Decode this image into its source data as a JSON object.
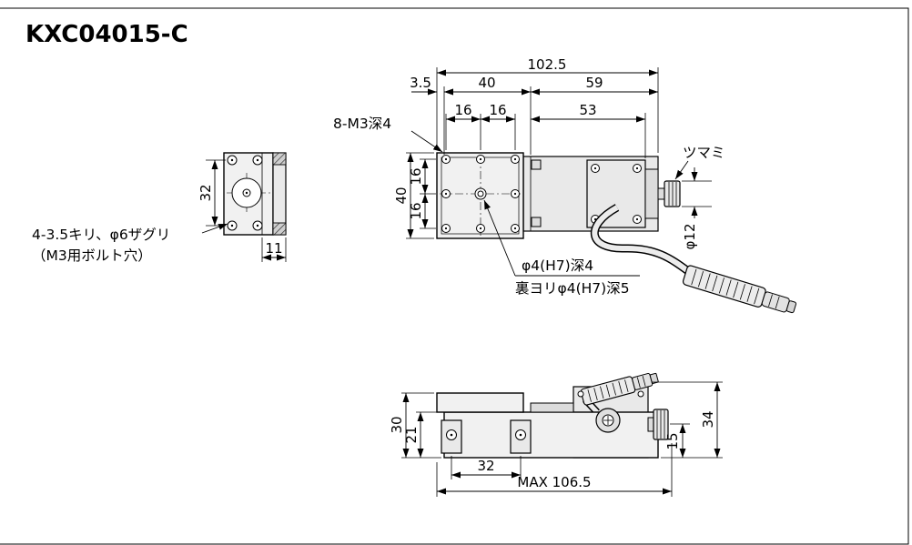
{
  "title": "KXC04015-C",
  "colors": {
    "line": "#000000",
    "metal_light": "#f1f1f1",
    "metal_mid": "#e9e9e9",
    "metal_dark": "#dcdcdc",
    "background": "#ffffff"
  },
  "side_view": {
    "dim_hole_pitch": "32",
    "dim_plate": "11",
    "note_line1": "4-3.5キリ、φ6ザグリ",
    "note_line2": "（M3用ボルト穴）"
  },
  "top_view": {
    "dim_total_width": "102.5",
    "dim_overhang": "3.5",
    "dim_table_width": "40",
    "dim_body_width": "59",
    "label_tap_holes": "8-M3深4",
    "dim_hole_pitch_h1": "16",
    "dim_hole_pitch_h2": "16",
    "dim_body_length": "53",
    "dim_table_height": "40",
    "dim_hole_pitch_v1": "16",
    "dim_hole_pitch_v2": "16",
    "label_knob": "ツマミ",
    "dim_knob_dia": "φ12",
    "label_center_hole": "φ4(H7)深4",
    "label_center_hole_back": "裏ヨリφ4(H7)深5"
  },
  "bottom_view": {
    "dim_total_height": "30",
    "dim_base_height": "21",
    "dim_clamp_pitch": "32",
    "dim_knob_axis_height": "15",
    "dim_overall_height": "34",
    "dim_max_length": "MAX 106.5"
  }
}
